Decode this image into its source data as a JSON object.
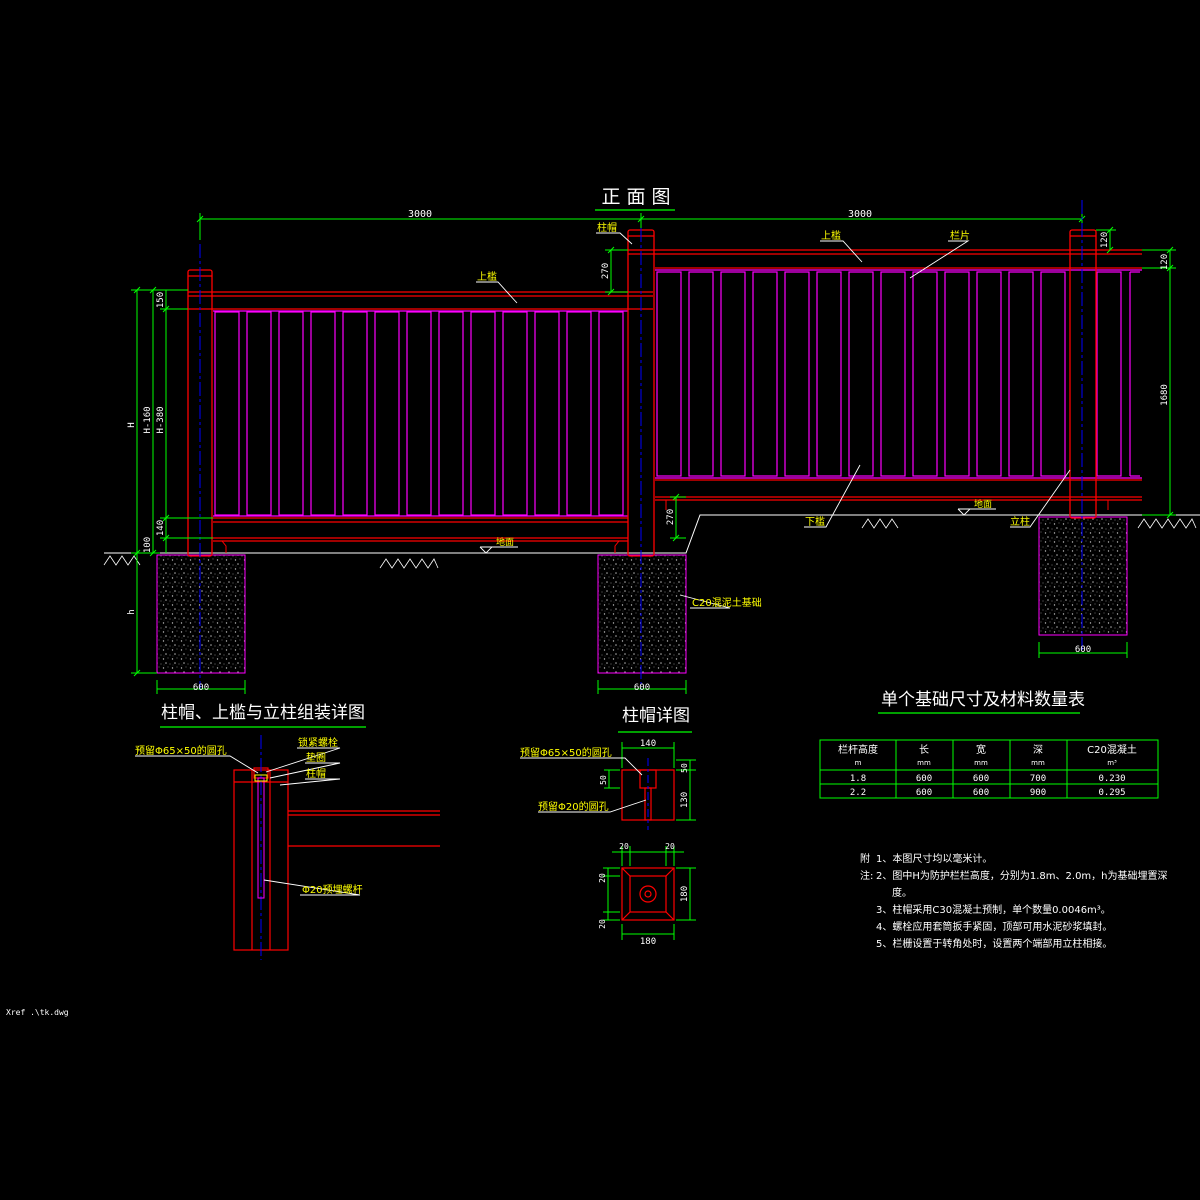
{
  "colors": {
    "background": "#000000",
    "structure": "#ff0000",
    "panel": "#ff00ff",
    "centerline": "#0000ff",
    "dimension": "#00ff00",
    "annotation": "#ffff00",
    "title": "#ffffff",
    "leader": "#ffffff",
    "footing": "#c0c0c0"
  },
  "front_view": {
    "title": "正 面 图",
    "dim_span_left": "3000",
    "dim_span_right": "3000",
    "dim_footing_left": "600",
    "dim_footing_mid": "600",
    "dim_footing_right": "600",
    "left_dims": {
      "total": "H",
      "clear": "H-160",
      "panel": "H-380",
      "top": "150",
      "bottom": "140",
      "base": "100",
      "foundation": "h"
    },
    "right_dims": {
      "top": "120",
      "height": "1680",
      "cap": "120"
    },
    "mid_dims": {
      "cap": "270",
      "step": "270"
    },
    "labels": {
      "cap": "柱帽",
      "top_rail_left": "上槛",
      "top_rail_right": "上槛",
      "baluster": "栏片",
      "bottom_rail": "下槛",
      "post": "立柱",
      "ground_left": "地面",
      "ground_right": "地面",
      "footing": "C20混泥土基础"
    }
  },
  "assembly_detail": {
    "title": "柱帽、上槛与立柱组装详图",
    "labels": {
      "hole": "预留Φ65×50的圆孔",
      "nut": "锁紧螺栓",
      "washer": "垫圈",
      "cap": "柱帽",
      "bolt": "Φ20预埋螺杆"
    }
  },
  "cap_detail": {
    "title": "柱帽详图",
    "labels": {
      "hole_top": "预留Φ65×50的圆孔",
      "hole_bottom": "预留Φ20的圆孔"
    },
    "dims": {
      "top_width": "140",
      "side_small": "50",
      "side_total": "130",
      "side_top": "50",
      "plan_left": "20",
      "plan_right": "20",
      "plan_side_a": "20",
      "plan_side_b": "20",
      "plan_width": "180",
      "plan_height": "180"
    }
  },
  "table": {
    "title": "单个基础尺寸及材料数量表",
    "headers": [
      {
        "main": "栏杆高度",
        "unit": "m"
      },
      {
        "main": "长",
        "unit": "mm"
      },
      {
        "main": "宽",
        "unit": "mm"
      },
      {
        "main": "深",
        "unit": "mm"
      },
      {
        "main": "C20混凝土",
        "unit": "m³"
      }
    ],
    "rows": [
      [
        "1.8",
        "600",
        "600",
        "700",
        "0.230"
      ],
      [
        "2.2",
        "600",
        "600",
        "900",
        "0.295"
      ]
    ]
  },
  "notes": {
    "prefix": "附",
    "prefix2": "注:",
    "lines": [
      "1、本图尺寸均以毫米计。",
      "2、图中H为防护栏栏高度，分别为1.8m、2.0m，h为基础埋置深",
      "度。",
      "3、柱帽采用C30混凝土预制，单个数量0.0046m³。",
      "4、螺栓应用套筒扳手紧固，顶部可用水泥砂浆填封。",
      "5、栏栅设置于转角处时，设置两个端部用立柱相接。"
    ]
  },
  "xref": "Xref .\\tk.dwg"
}
